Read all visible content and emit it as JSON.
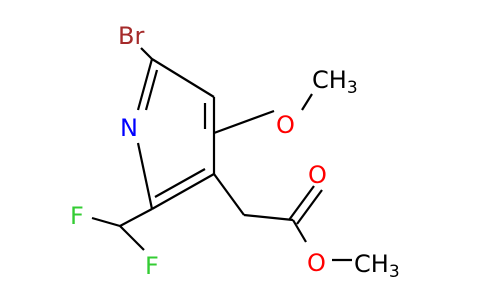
{
  "molecule": {
    "atoms": {
      "br": "Br",
      "n": "N",
      "o_methoxy": "O",
      "ch3_methoxy": "CH",
      "ch3_methoxy_sub": "3",
      "o_carbonyl": "O",
      "o_ester": "O",
      "ch3_ester": "CH",
      "ch3_ester_sub": "3",
      "f_left": "F",
      "f_lower": "F"
    },
    "colors": {
      "bond": "#000000",
      "bromine": "#A52A2A",
      "nitrogen": "#0000FF",
      "oxygen": "#FF0000",
      "fluorine": "#33CC33"
    }
  }
}
